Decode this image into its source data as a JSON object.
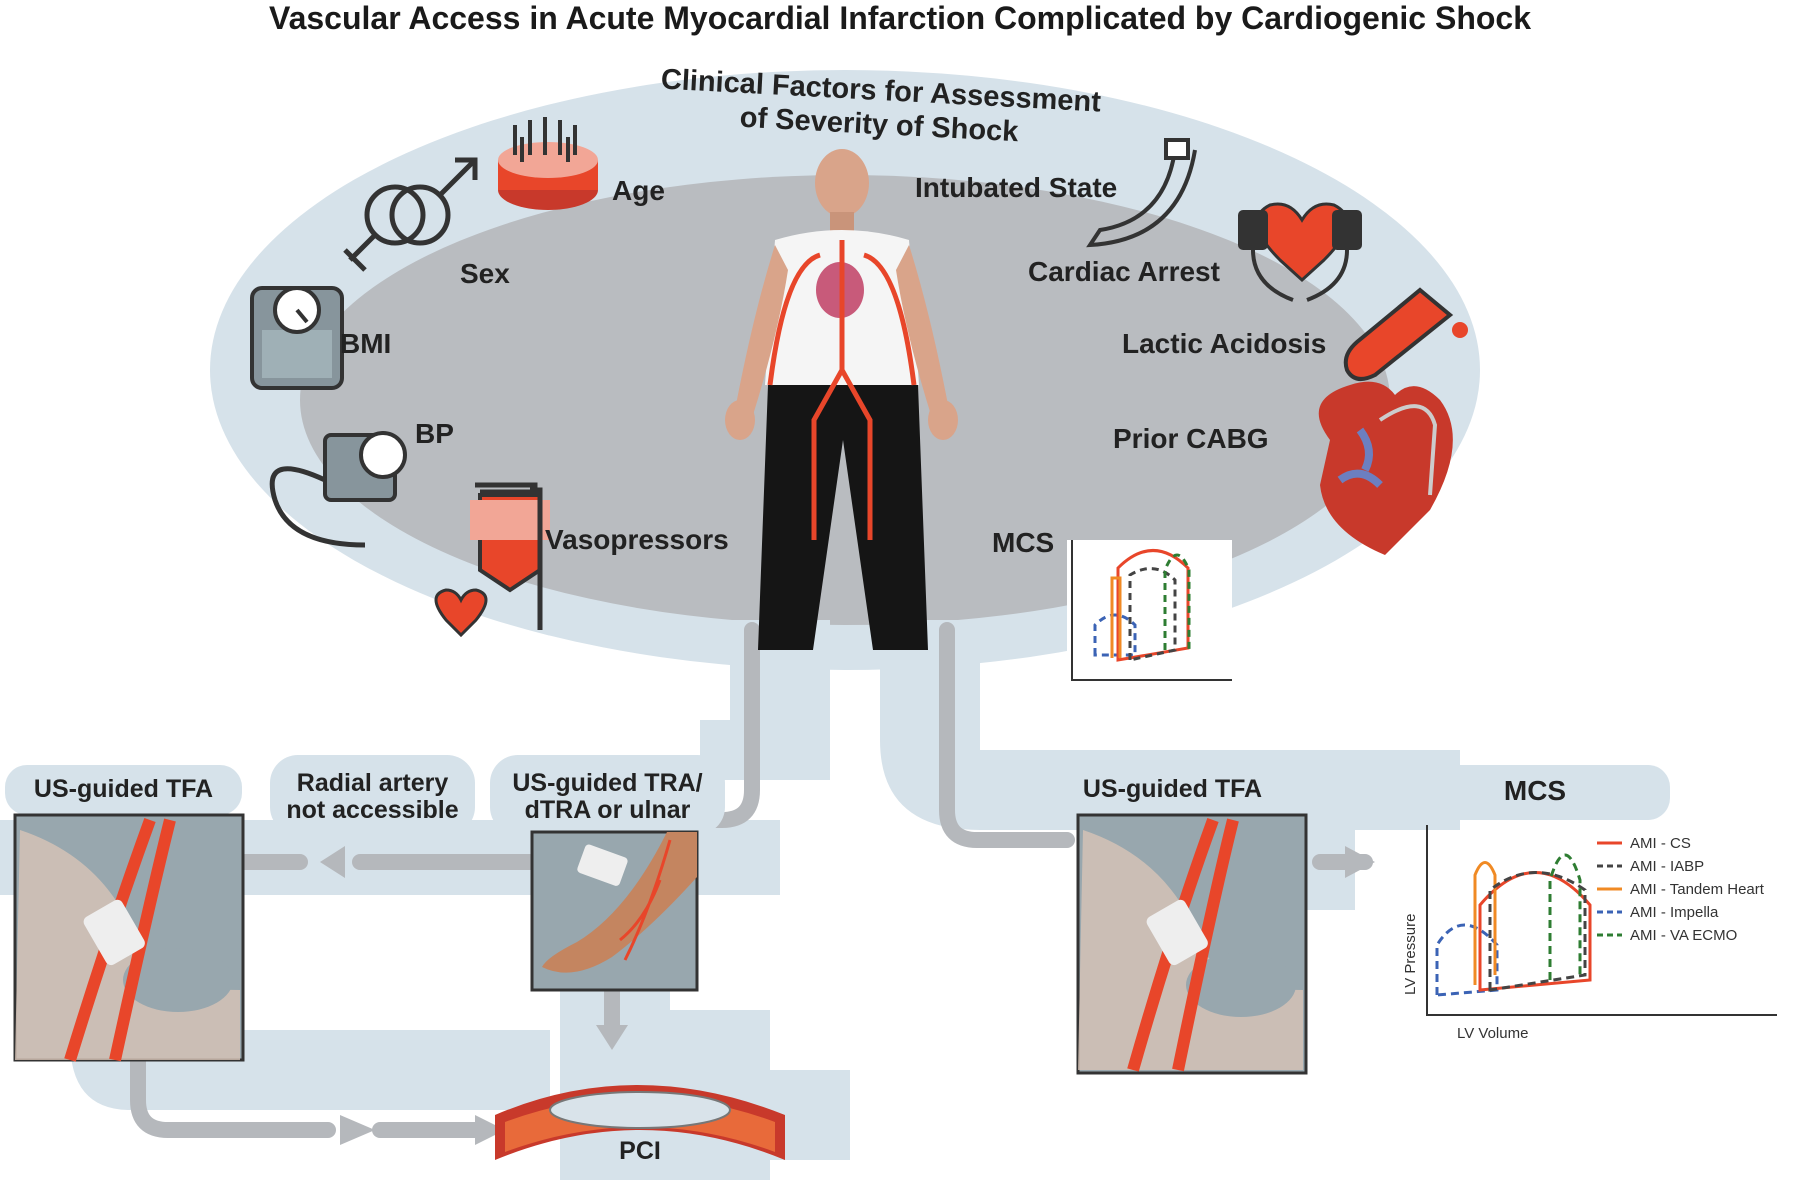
{
  "title": "Vascular Access in Acute Myocardial Infarction Complicated by Cardiogenic Shock",
  "factors_heading": {
    "line1": "Clinical Factors for Assessment",
    "line2": "of Severity of Shock"
  },
  "factors": {
    "age": "Age",
    "sex": "Sex",
    "bmi": "BMI",
    "bp": "BP",
    "vasopressors": "Vasopressors",
    "intubated": "Intubated State",
    "cardiac_arrest": "Cardiac Arrest",
    "lactic": "Lactic Acidosis",
    "cabg": "Prior CABG",
    "mcs": "MCS"
  },
  "flow": {
    "tfa_left": "US-guided TFA",
    "radial_line1": "Radial artery",
    "radial_line2": "not accessible",
    "tra_line1": "US-guided TRA/",
    "tra_line2": "dTRA or ulnar",
    "tfa_right": "US-guided TFA",
    "mcs": "MCS",
    "pci": "PCI"
  },
  "chart_data": {
    "type": "line",
    "title": "",
    "xlabel": "LV Volume",
    "ylabel": "LV Pressure",
    "legend_placement": "top-right",
    "series": [
      {
        "name": "AMI - CS",
        "color": "#e8462a",
        "dashed": false
      },
      {
        "name": "AMI - IABP",
        "color": "#444444",
        "dashed": true
      },
      {
        "name": "AMI - Tandem Heart",
        "color": "#f08a24",
        "dashed": false
      },
      {
        "name": "AMI - Impella",
        "color": "#3b63b5",
        "dashed": true
      },
      {
        "name": "AMI - VA ECMO",
        "color": "#2e7d32",
        "dashed": true
      }
    ]
  },
  "colors": {
    "flow_band": "#d6e2ea",
    "ellipse_outer": "#d6e2ea",
    "ellipse_inner": "#b9bcc0",
    "arrow": "#b5b8bc",
    "accent_red": "#e8462a"
  }
}
